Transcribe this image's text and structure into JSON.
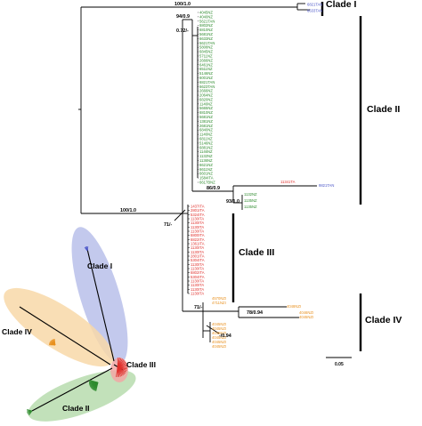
{
  "colors": {
    "clade_I": "#4a55c8",
    "clade_II": "#2e8b2e",
    "clade_III": "#e0302c",
    "clade_IV": "#e8901e",
    "clade_I_fill": "#b9bfea",
    "clade_II_fill": "#b7dcae",
    "clade_III_fill": "#f2a7a4",
    "clade_IV_fill": "#f8d8a8",
    "branch": "#000000"
  },
  "support_values": {
    "root_cladeI": "100/1.0",
    "cladeII_top": "94/0.9",
    "cladeII_inner": "0.72/-",
    "cladeII_sub": "86/0.9",
    "cladeII_sub2": "93/1.0",
    "cladeIII_base": "100/1.0",
    "cladeIII_node": "71/-",
    "cladeIV_base": "71/-",
    "cladeIV_sub": "78/0.94",
    "cladeIV_node": "-/0.94"
  },
  "clade_labels": {
    "clade_I": "Clade I",
    "clade_II": "Clade II",
    "clade_III": "Clade III",
    "clade_IV": "Clade IV"
  },
  "scale_bar": "0.05",
  "tips": {
    "clade_I": [
      "6821TAN",
      "6633TAN"
    ],
    "clade_II": [
      "4045NZ",
      "4040NZ",
      "5621TAN",
      "6802NZ",
      "6810NZ",
      "5681NZ",
      "6633NZ",
      "5621TAN",
      "5808NZ",
      "6845NZ",
      "5711NZ",
      "2666NZ",
      "6461NZ",
      "6511NZ",
      "5146NZ",
      "6001NZ",
      "6821TAN",
      "6623TAN",
      "2666NZ",
      "2064NZ",
      "6820NZ",
      "1146NZ",
      "5665NZ",
      "6810NZ",
      "5681NZ",
      "1381NZ",
      "2681NZ",
      "6840NZ",
      "1146NZ",
      "6811NZ",
      "5146NZ",
      "6881NZ",
      "1146NZ",
      "1132NZ",
      "1136NZ",
      "6621NZ",
      "6611NZ",
      "6601NZ",
      "1584ITA",
      "6617BNZ"
    ],
    "clade_II_sub": [
      "11341TA",
      "9821TAN",
      "1132NZ",
      "1135NZ",
      "1135NZ"
    ],
    "clade_III": [
      "1437ITA",
      "2801ITA",
      "5324ITA",
      "1130ITA",
      "1130ITA",
      "1130ITA",
      "1130ITA",
      "6800ITA",
      "6822ITA",
      "1361ITA",
      "1130ITA",
      "1130ITA",
      "2801ITA",
      "5304ITA",
      "1130ITA",
      "1130ITA",
      "6802ITA",
      "5304ITA",
      "1130ITA",
      "1130ITA",
      "1130ITA",
      "1130ITA"
    ],
    "clade_IV": [
      "4570NZI",
      "4711NZI",
      "4048NZI",
      "4046NZI",
      "4045NZI",
      "4045NZI",
      "4045NZI",
      "4045NZI",
      "4045NZI",
      "4045NZI",
      "4045NZI"
    ]
  }
}
